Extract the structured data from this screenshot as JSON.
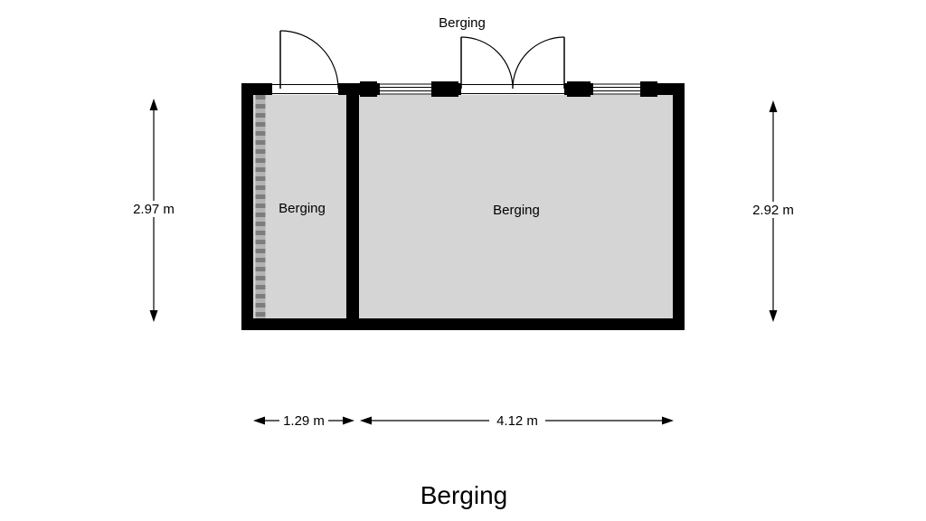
{
  "page_title": "Berging",
  "plan": {
    "top_door_label": "Berging",
    "rooms": [
      {
        "label": "Berging"
      },
      {
        "label": "Berging"
      }
    ]
  },
  "dimensions": {
    "left_height": "2.97 m",
    "right_height": "2.92 m",
    "left_room_width": "1.29 m",
    "right_room_width": "4.12 m"
  },
  "colors": {
    "background": "#ffffff",
    "wall": "#000000",
    "room_fill": "#d5d5d5",
    "hatch_light": "#b3b3b3",
    "hatch_dark": "#7d7d7d",
    "line": "#000000"
  }
}
